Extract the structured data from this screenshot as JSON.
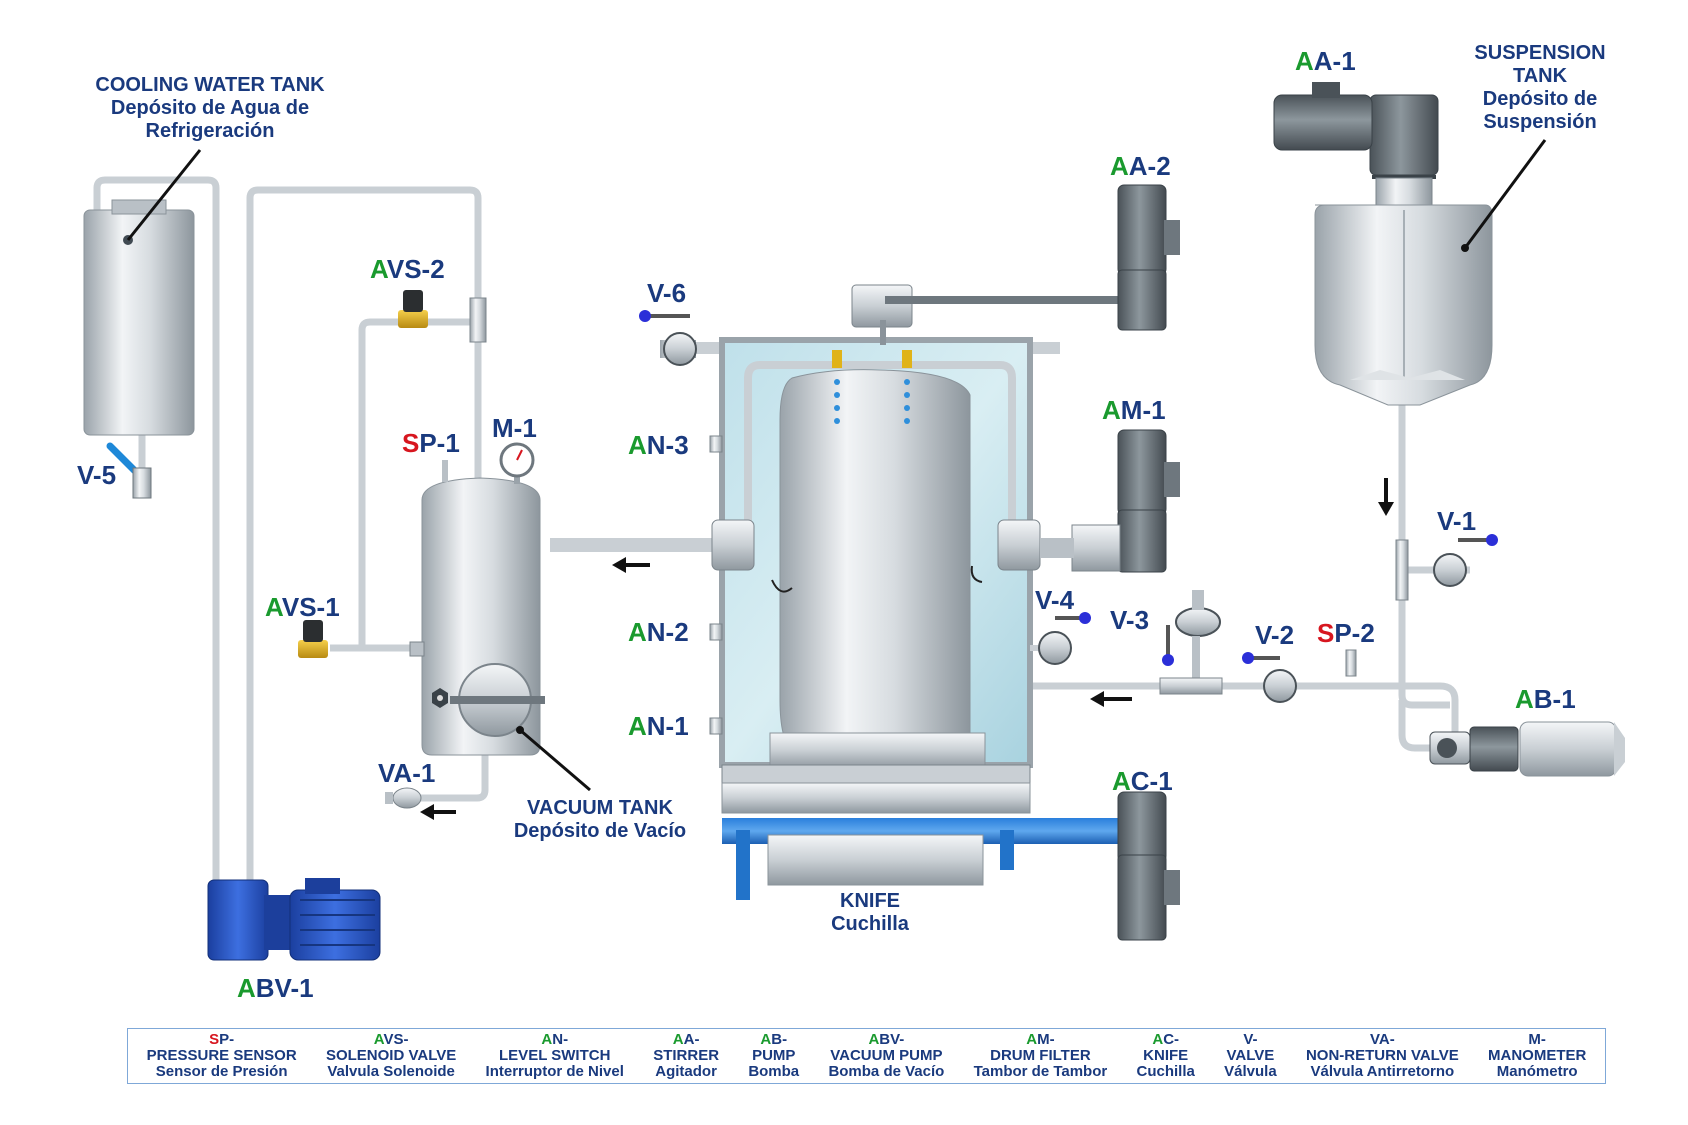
{
  "tags": {
    "aa1": {
      "prefix": "A",
      "suffix": "A-1"
    },
    "aa2": {
      "prefix": "A",
      "suffix": "A-2"
    },
    "am1": {
      "prefix": "A",
      "suffix": "M-1"
    },
    "ac1": {
      "prefix": "A",
      "suffix": "C-1"
    },
    "ab1": {
      "prefix": "A",
      "suffix": "B-1"
    },
    "abv1": {
      "prefix": "A",
      "suffix": "BV-1"
    },
    "avs1": {
      "prefix": "A",
      "suffix": "VS-1"
    },
    "avs2": {
      "prefix": "A",
      "suffix": "VS-2"
    },
    "an1": {
      "prefix": "A",
      "suffix": "N-1"
    },
    "an2": {
      "prefix": "A",
      "suffix": "N-2"
    },
    "an3": {
      "prefix": "A",
      "suffix": "N-3"
    },
    "sp1": {
      "prefix": "S",
      "suffix": "P-1"
    },
    "sp2": {
      "prefix": "S",
      "suffix": "P-2"
    },
    "m1": "M-1",
    "v1": "V-1",
    "v2": "V-2",
    "v3": "V-3",
    "v4": "V-4",
    "v5": "V-5",
    "v6": "V-6",
    "va1": "VA-1"
  },
  "labels": {
    "cooling_tank": [
      "COOLING WATER TANK",
      "Depósito de Agua de",
      "Refrigeración"
    ],
    "suspension_tank": [
      "SUSPENSION",
      "TANK",
      "Depósito de",
      "Suspensión"
    ],
    "vacuum_tank": [
      "VACUUM TANK",
      "Depósito de Vacío"
    ],
    "knife": [
      "KNIFE",
      "Cuchilla"
    ]
  },
  "legend": [
    {
      "prefix": "S",
      "rest": "P-",
      "red": true,
      "en": "PRESSURE SENSOR",
      "es": "Sensor de Presión"
    },
    {
      "prefix": "A",
      "rest": "VS-",
      "red": false,
      "en": "SOLENOID VALVE",
      "es": "Valvula Solenoide"
    },
    {
      "prefix": "A",
      "rest": "N-",
      "red": false,
      "en": "LEVEL SWITCH",
      "es": "Interruptor de Nivel"
    },
    {
      "prefix": "A",
      "rest": "A-",
      "red": false,
      "en": "STIRRER",
      "es": "Agitador"
    },
    {
      "prefix": "A",
      "rest": "B-",
      "red": false,
      "en": "PUMP",
      "es": "Bomba"
    },
    {
      "prefix": "A",
      "rest": "BV-",
      "red": false,
      "en": "VACUUM PUMP",
      "es": "Bomba de Vacío"
    },
    {
      "prefix": "A",
      "rest": "M-",
      "red": false,
      "en": "DRUM FILTER",
      "es": "Tambor de Tambor"
    },
    {
      "prefix": "A",
      "rest": "C-",
      "red": false,
      "en": "KNIFE",
      "es": "Cuchilla"
    },
    {
      "prefix": "",
      "rest": "V-",
      "red": false,
      "en": "VALVE",
      "es": "Válvula"
    },
    {
      "prefix": "",
      "rest": "VA-",
      "red": false,
      "en": "NON-RETURN VALVE",
      "es": "Válvula Antirretorno"
    },
    {
      "prefix": "",
      "rest": "M-",
      "red": false,
      "en": "MANOMETER",
      "es": "Manómetro"
    }
  ],
  "colors": {
    "label_blue": "#1a3a7e",
    "prefix_green": "#1a9a2e",
    "prefix_red": "#d7161f",
    "pipe": "#d8dde2",
    "motor": "#707a80",
    "pump_blue": "#2a56c8",
    "frame_blue": "#2273c9"
  }
}
